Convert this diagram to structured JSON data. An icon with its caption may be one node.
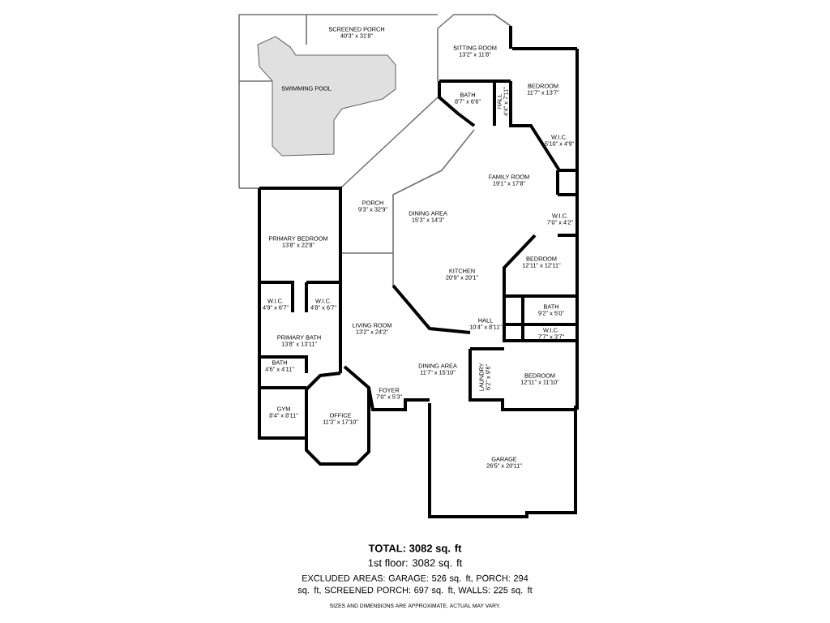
{
  "diagram": {
    "labels": [
      "SCREENED PORCH",
      "40'3\" x 31'8\"",
      "SITTING ROOM",
      "13'2\" x 11'8\"",
      "BEDROOM",
      "11'7\" x 13'7\"",
      "SWIMMING POOL",
      "BATH",
      "8'7\" x 6'6\"",
      "HALL",
      "4'4\" x 7'11\"",
      "W.I.C.",
      "5'10\" x 4'9\"",
      "FAMILY ROOM",
      "19'1\" x 17'8\"",
      "PORCH",
      "9'3\" x 32'9\"",
      "DINING AREA",
      "15'3\" x 14'3\"",
      "W.I.C.",
      "7'0\" x 4'2\"",
      "PRIMARY BEDROOM",
      "13'8\" x 22'8\"",
      "BEDROOM",
      "12'11\" x 12'11\"",
      "KITCHEN",
      "20'9\" x 20'1\"",
      "W.I.C.",
      "4'9\" x 6'7\"",
      "W.I.C.",
      "4'8\" x 6'7\"",
      "BATH",
      "9'2\" x 5'0\"",
      "LIVING ROOM",
      "13'2\" x 24'2\"",
      "HALL",
      "10'4\" x 8'11\"",
      "PRIMARY BATH",
      "13'8\" x 13'11\"",
      "W.I.C.",
      "7'7\" x 3'7\"",
      "BATH",
      "4'6\" x 4'11\"",
      "DINING AREA",
      "11'7\" x 15'10\"",
      "LAUNDRY",
      "6'2\" x 9'6\"",
      "BEDROOM",
      "12'11\" x 11'10\"",
      "FOYER",
      "7'0\" x 5'3\"",
      "GYM",
      "8'4\" x 8'11\"",
      "OFFICE",
      "11'3\" x 17'10\"",
      "GARAGE",
      "26'5\" x 20'11\"",
      "TOTAL: 3082 sq. ft",
      "1st floor: 3082 sq. ft",
      "EXCLUDED AREAS: GARAGE: 526 sq. ft, PORCH: 294 sq. ft, SCREENED PORCH: 697 sq. ft, WALLS: 225 sq. ft",
      "SIZES AND DIMENSIONS ARE APPROXIMATE, ACTUAL MAY VARY."
    ]
  }
}
